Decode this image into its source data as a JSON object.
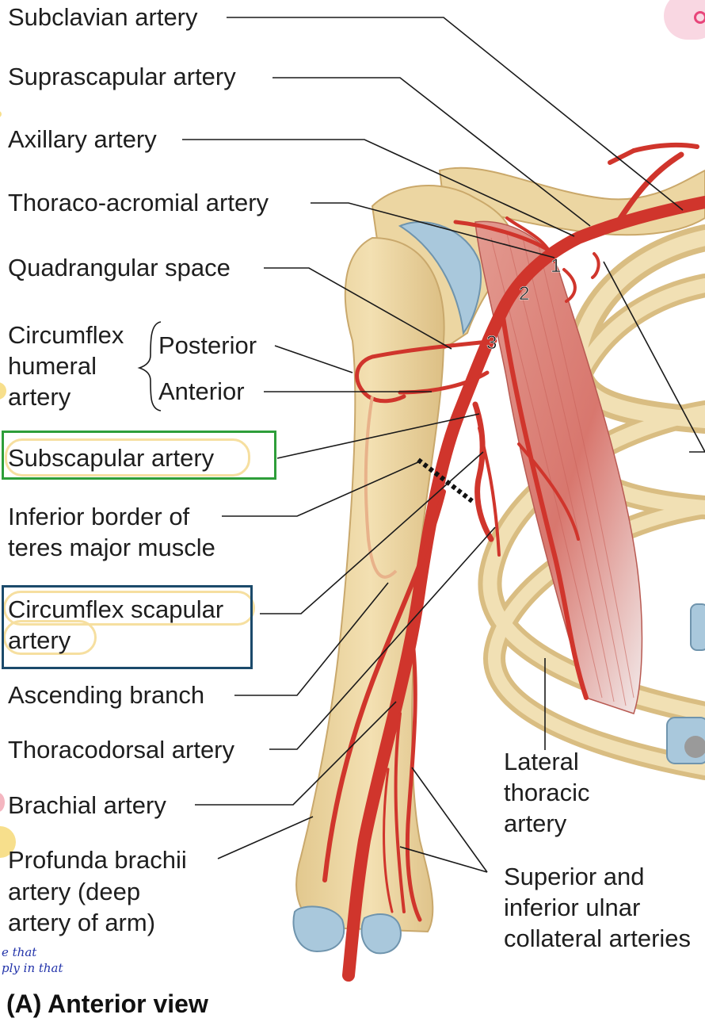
{
  "labels": {
    "subclavian": "Subclavian artery",
    "suprascapular": "Suprascapular artery",
    "axillary": "Axillary artery",
    "thoraco_acromial": "Thoraco-acromial artery",
    "quadrangular": "Quadrangular space",
    "circumflex_humeral_1": "Circumflex",
    "circumflex_humeral_2": "humeral",
    "circumflex_humeral_3": "artery",
    "posterior": "Posterior",
    "anterior": "Anterior",
    "subscapular": "Subscapular artery",
    "inferior_border_1": "Inferior border of",
    "inferior_border_2": "teres major muscle",
    "circumflex_scapular_1": "Circumflex scapular",
    "circumflex_scapular_2": "artery",
    "ascending_branch": "Ascending branch",
    "thoracodorsal": "Thoracodorsal artery",
    "brachial": "Brachial artery",
    "profunda_1": "Profunda brachii",
    "profunda_2": "artery (deep",
    "profunda_3": "artery of arm)",
    "lateral_thoracic_1": "Lateral",
    "lateral_thoracic_2": "thoracic",
    "lateral_thoracic_3": "artery",
    "ulnar_1": "Superior and",
    "ulnar_2": "inferior ulnar",
    "ulnar_3": "collateral arteries"
  },
  "segments": {
    "one": "1",
    "two": "2",
    "three": "3"
  },
  "caption": "(A) Anterior view",
  "handwriting": {
    "line1": "e that",
    "line2": "ply in that"
  },
  "colors": {
    "artery": "#d0352c",
    "bone": "#ecd6a2",
    "cartilage": "#a9c8dc",
    "muscle": "#d97a72",
    "green_box": "#2e9e3a",
    "navy_box": "#1b4a6b",
    "highlight": "#f6dfa0"
  }
}
